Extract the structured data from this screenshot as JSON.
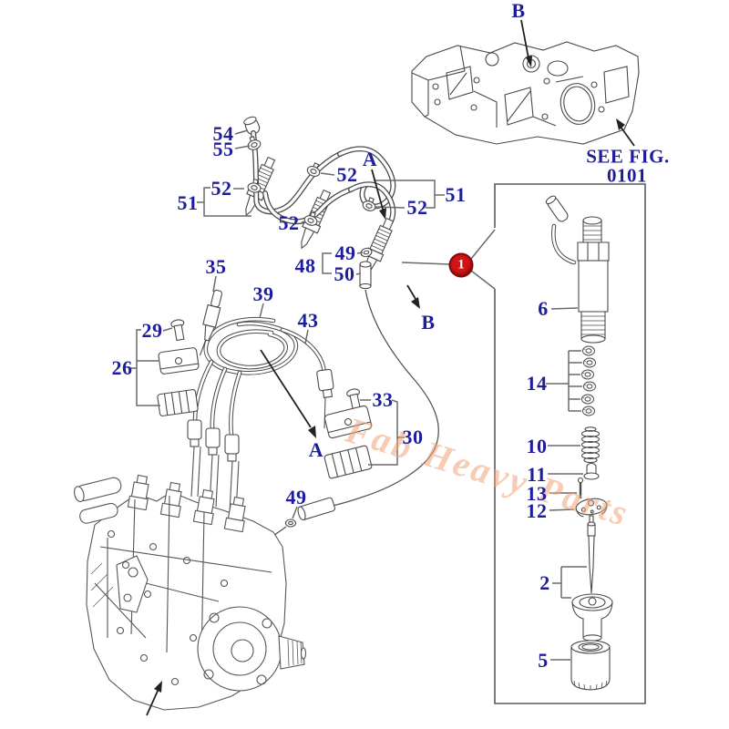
{
  "figure": {
    "see_fig_line1": "SEE FIG.",
    "see_fig_line2": "0101",
    "watermark": "Fab Heavy Parts",
    "callout_1": "1"
  },
  "labels": {
    "top_b": "B",
    "n54": "54",
    "n55": "55",
    "n51_left": "51",
    "n52_a": "52",
    "n52_b": "52",
    "n52_c": "52",
    "n52_d": "52",
    "n51_right": "51",
    "a_top": "A",
    "n49_top": "49",
    "n48": "48",
    "n50": "50",
    "n35": "35",
    "n39": "39",
    "n43": "43",
    "n29": "29",
    "n26": "26",
    "n33": "33",
    "n30": "30",
    "a_mid": "A",
    "b_mid": "B",
    "n49_pump": "49",
    "n6": "6",
    "n14": "14",
    "n10": "10",
    "n11": "11",
    "n13": "13",
    "n12": "12",
    "n2": "2",
    "n5": "5"
  },
  "colors": {
    "label_blue": "#1e1e9c",
    "callout_red": "#d21414",
    "callout_border": "#7d0909",
    "watermark_orange": "#f0a478",
    "line_dark": "#4a4a4a"
  }
}
